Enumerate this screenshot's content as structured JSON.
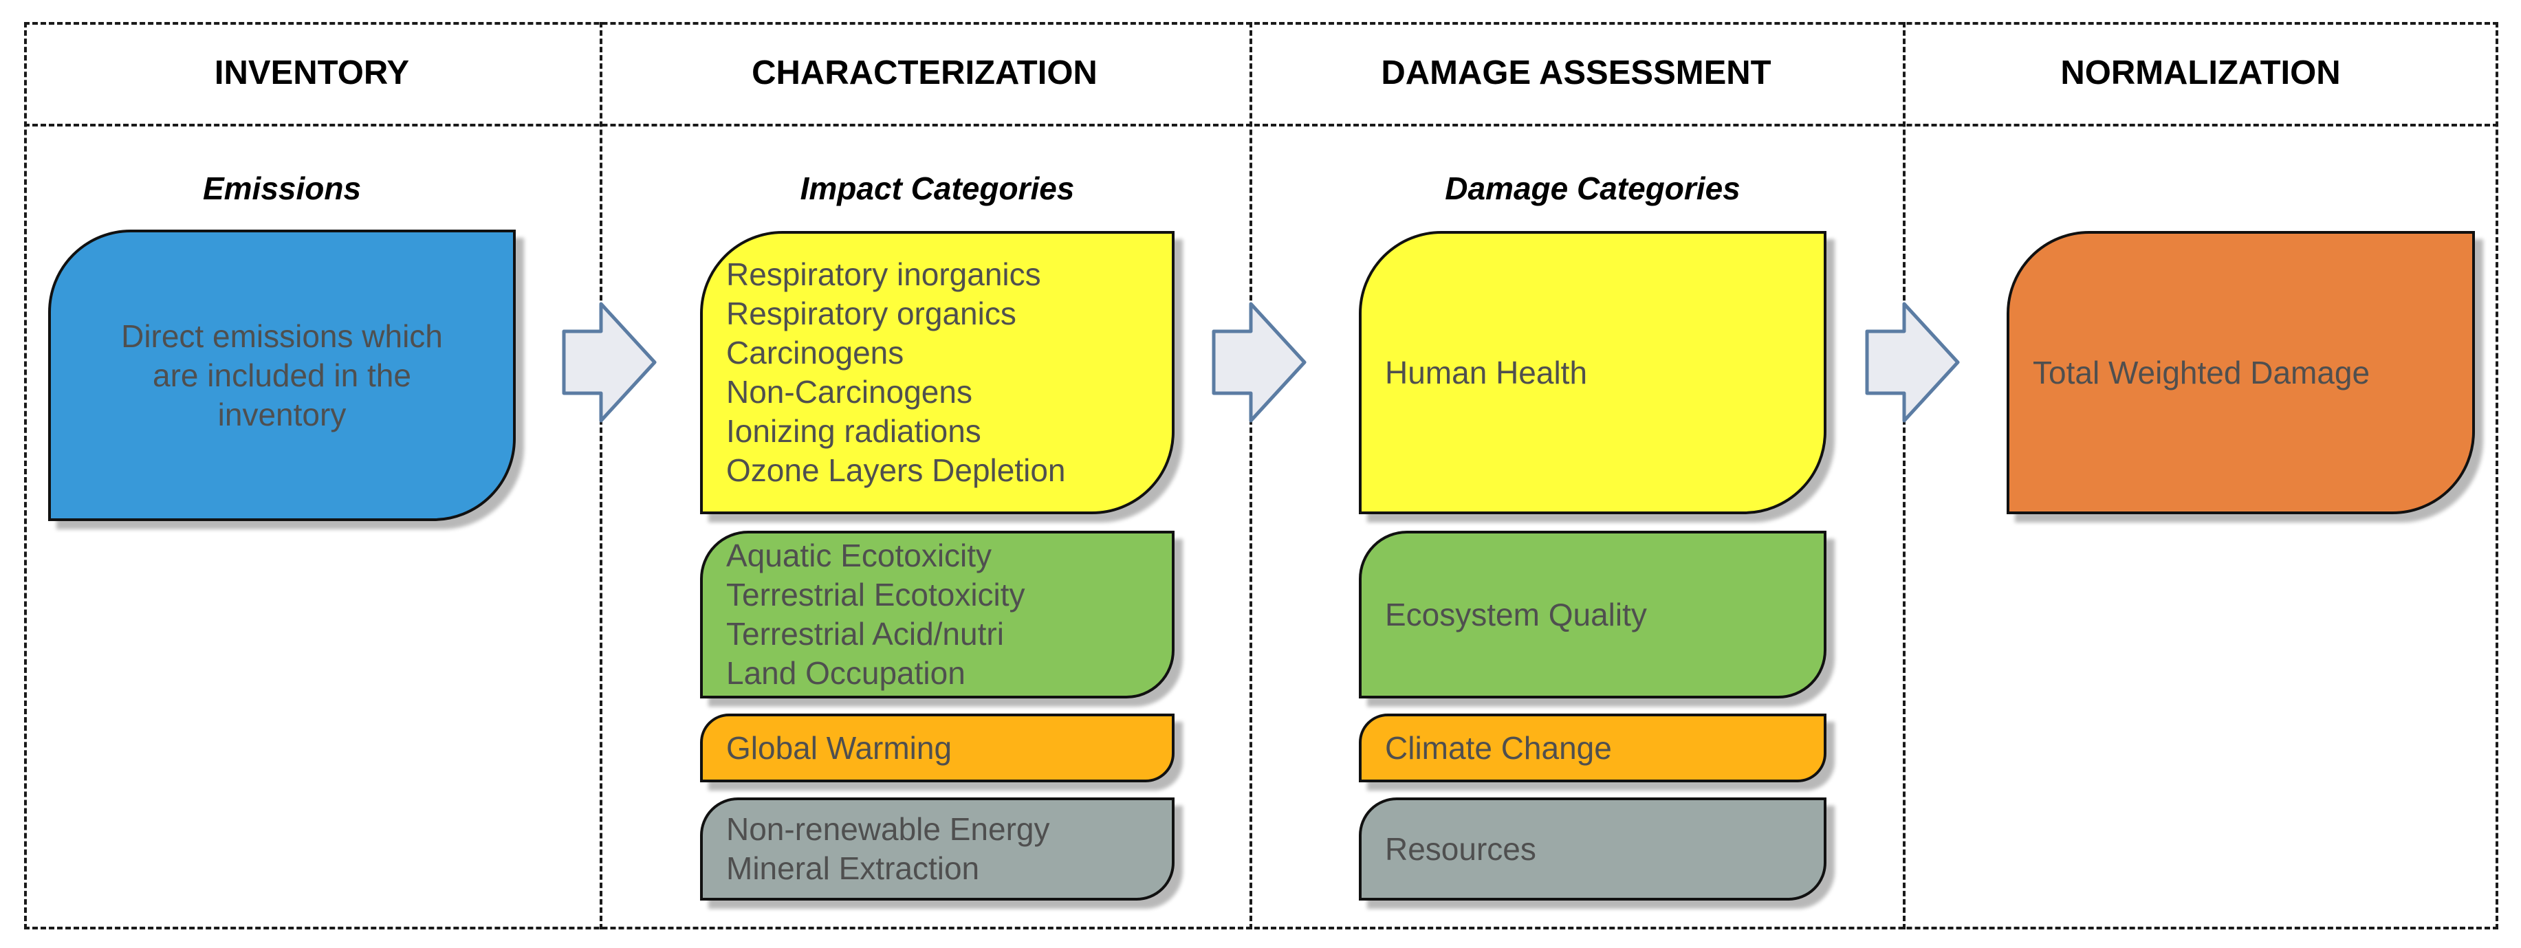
{
  "headers": [
    "INVENTORY",
    "CHARACTERIZATION",
    "DAMAGE ASSESSMENT",
    "NORMALIZATION"
  ],
  "inventory": {
    "label": "Emissions",
    "box": {
      "text": "Direct emissions which are included in the inventory",
      "fill": "#3899D9"
    }
  },
  "characterization": {
    "label": "Impact Categories",
    "boxes": [
      {
        "fill": "#FFFF3B",
        "lines": [
          "Respiratory inorganics",
          "Respiratory organics",
          "Carcinogens",
          "Non-Carcinogens",
          "Ionizing radiations",
          "Ozone Layers Depletion"
        ]
      },
      {
        "fill": "#87C55A",
        "lines": [
          "Aquatic Ecotoxicity",
          "Terrestrial Ecotoxicity",
          "Terrestrial Acid/nutri",
          "Land Occupation"
        ]
      },
      {
        "fill": "#FFB316",
        "lines": [
          "Global Warming"
        ]
      },
      {
        "fill": "#9CA9A7",
        "lines": [
          "Non-renewable Energy",
          "Mineral Extraction"
        ]
      }
    ]
  },
  "damage_assessment": {
    "label": "Damage Categories",
    "boxes": [
      {
        "label": "Human Health",
        "fill": "#FFFF3B"
      },
      {
        "label": "Ecosystem Quality",
        "fill": "#87C55A"
      },
      {
        "label": "Climate Change",
        "fill": "#FFB316"
      },
      {
        "label": "Resources",
        "fill": "#9CA9A7"
      }
    ]
  },
  "normalization": {
    "box": {
      "text": "Total Weighted Damage",
      "fill": "#E8823E"
    }
  },
  "style": {
    "arrow_fill": "#E9EBF1",
    "arrow_stroke": "#5B7CA3",
    "box_border": "#111111",
    "box_text_color": "#4F4F4F",
    "frame_line_color": "#1A1A1A"
  }
}
